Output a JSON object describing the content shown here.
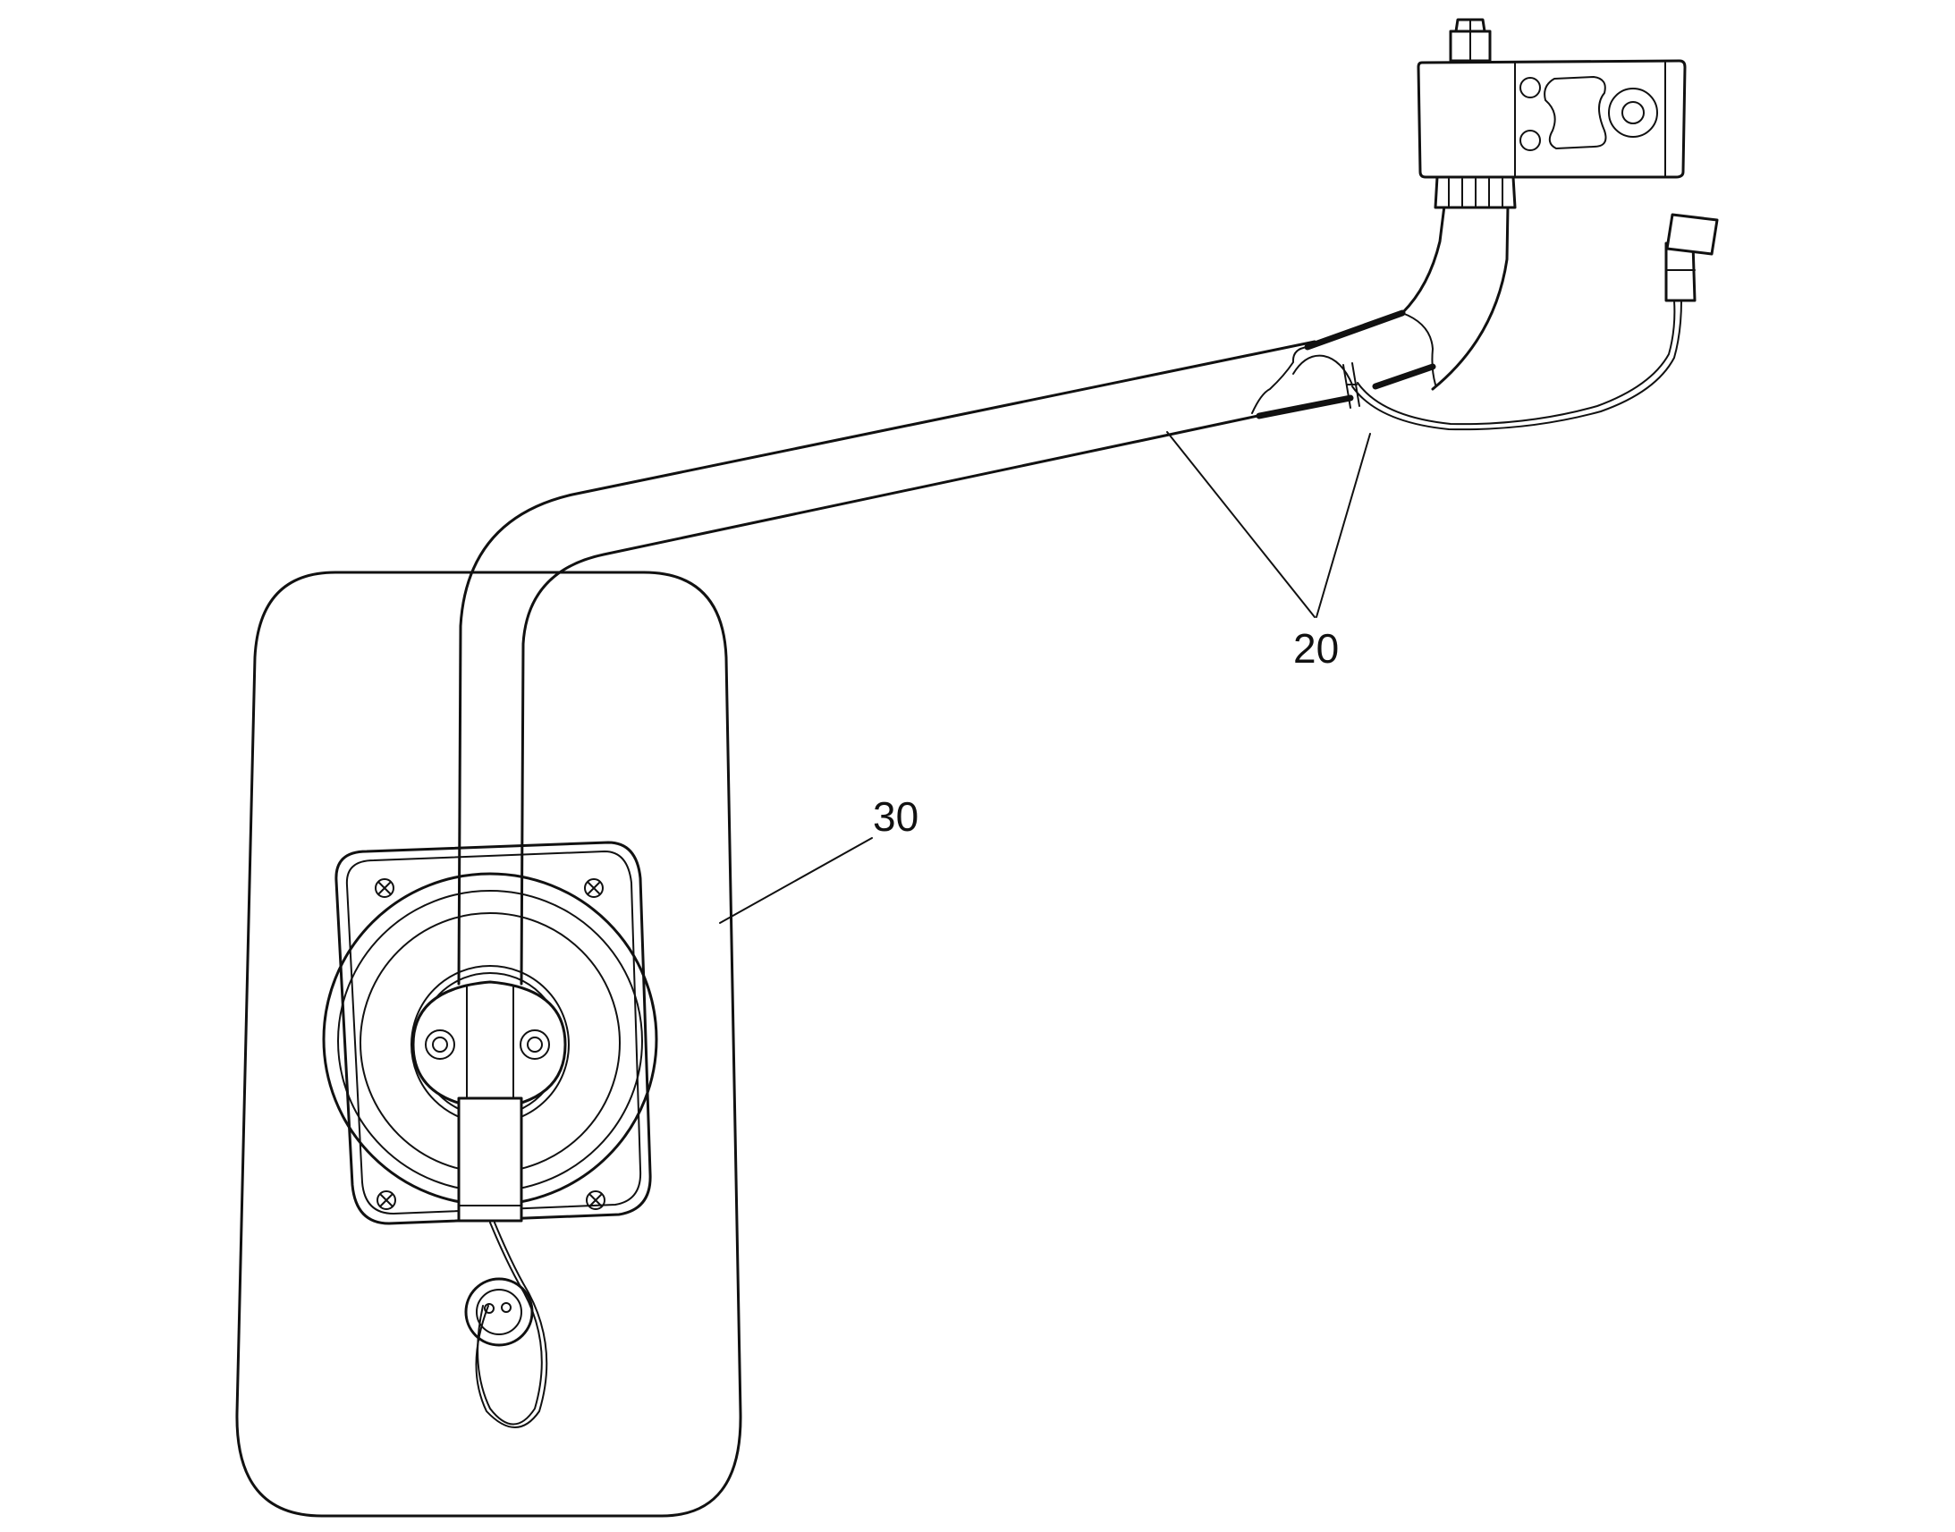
{
  "diagram": {
    "callouts": [
      {
        "id": "arm",
        "text": "20"
      },
      {
        "id": "mirror",
        "text": "30"
      }
    ]
  }
}
